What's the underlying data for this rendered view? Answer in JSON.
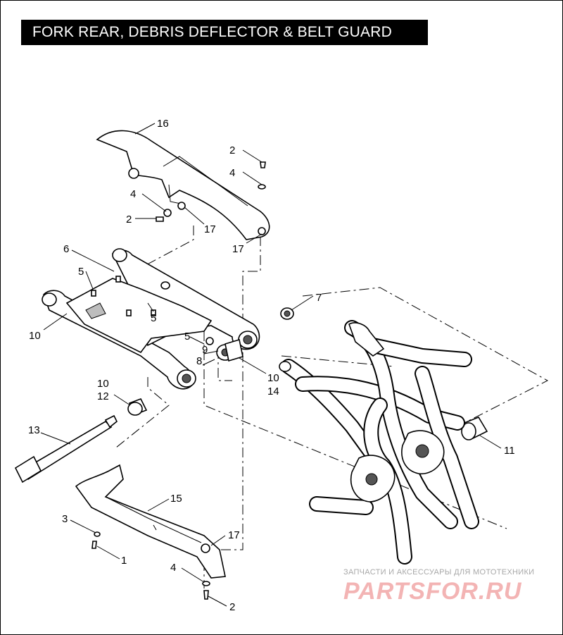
{
  "title": "FORK REAR, DEBRIS DEFLECTOR & BELT GUARD",
  "callouts": [
    {
      "id": "c16",
      "label": "16"
    },
    {
      "id": "c2a",
      "label": "2"
    },
    {
      "id": "c4a",
      "label": "4"
    },
    {
      "id": "c4b",
      "label": "4"
    },
    {
      "id": "c2b",
      "label": "2"
    },
    {
      "id": "c17a",
      "label": "17"
    },
    {
      "id": "c17b",
      "label": "17"
    },
    {
      "id": "c6",
      "label": "6"
    },
    {
      "id": "c5a",
      "label": "5"
    },
    {
      "id": "c5b",
      "label": "5"
    },
    {
      "id": "c7",
      "label": "7"
    },
    {
      "id": "c10a",
      "label": "10"
    },
    {
      "id": "c5c",
      "label": "5"
    },
    {
      "id": "c9",
      "label": "9"
    },
    {
      "id": "c8",
      "label": "8"
    },
    {
      "id": "c10b",
      "label": "10"
    },
    {
      "id": "c14",
      "label": "14"
    },
    {
      "id": "c10c",
      "label": "10"
    },
    {
      "id": "c12",
      "label": "12"
    },
    {
      "id": "c13",
      "label": "13"
    },
    {
      "id": "c11",
      "label": "11"
    },
    {
      "id": "c15",
      "label": "15"
    },
    {
      "id": "c3",
      "label": "3"
    },
    {
      "id": "c17c",
      "label": "17"
    },
    {
      "id": "c1",
      "label": "1"
    },
    {
      "id": "c4c",
      "label": "4"
    },
    {
      "id": "c2c",
      "label": "2"
    }
  ],
  "watermark": {
    "text": "ЗАПЧАСТИ И АКСЕССУАРЫ ДЛЯ МОТОТЕХНИКИ",
    "logo": "PARTSFOR.RU",
    "color": "#f3b4b4"
  }
}
